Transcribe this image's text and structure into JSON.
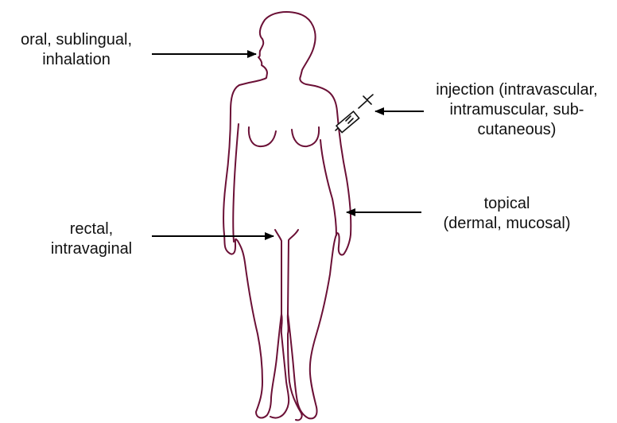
{
  "labels": {
    "oral": {
      "lines": [
        "oral, sublingual,",
        "inhalation"
      ]
    },
    "injection": {
      "lines": [
        "injection (intravascular,",
        "intramuscular, sub-",
        "cutaneous)"
      ]
    },
    "topical": {
      "lines": [
        "topical",
        "(dermal, mucosal)"
      ]
    },
    "rectal": {
      "lines": [
        "rectal,",
        "intravaginal"
      ]
    }
  },
  "colors": {
    "body_outline": "#6b1036",
    "arrow": "#000000",
    "text": "#111111"
  }
}
